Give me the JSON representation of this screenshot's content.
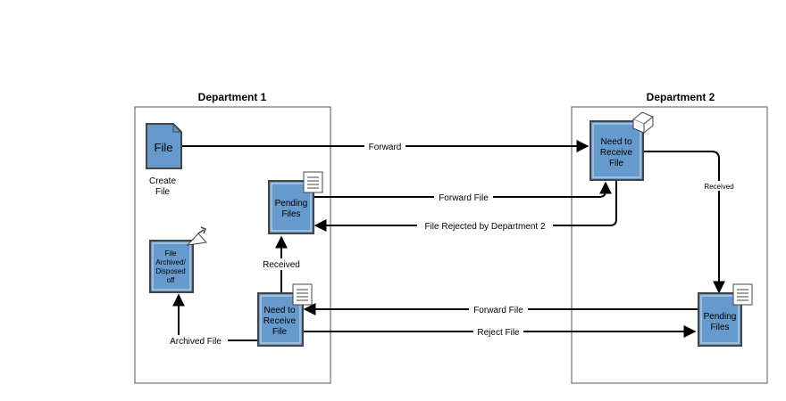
{
  "departments": [
    {
      "title": "Department 1"
    },
    {
      "title": "Department 2"
    }
  ],
  "nodes": {
    "file": {
      "label": "File",
      "caption": [
        "Create",
        "File"
      ]
    },
    "pending_d1": {
      "label": [
        "Pending",
        "Files"
      ]
    },
    "archived": {
      "label": [
        "File",
        "Archived/",
        "Disposed",
        "off"
      ]
    },
    "need_receive_d1": {
      "label": [
        "Need to",
        "Receive",
        "File"
      ]
    },
    "need_receive_d2": {
      "label": [
        "Need to",
        "Receive",
        "File"
      ]
    },
    "pending_d2": {
      "label": [
        "Pending",
        "Files"
      ]
    }
  },
  "edges": {
    "forward": "Forward",
    "forward_file_top": "Forward File",
    "rejected": "File Rejected by Department 2",
    "received_d1": "Received",
    "received_d2": "Received",
    "forward_file_bottom": "Forward File",
    "reject_file": "Reject File",
    "archived_file": "Archived File"
  },
  "colors": {
    "node_fill": "#6699cc",
    "node_border": "#444444",
    "line": "#000000",
    "container_border": "#555555"
  },
  "icons": {
    "file_node": "document-icon",
    "pending_d1": "list-document-icon",
    "archived": "send-arrow-icon",
    "need_receive_d1": "list-document-icon",
    "need_receive_d2": "house-icon",
    "pending_d2": "list-document-icon"
  }
}
